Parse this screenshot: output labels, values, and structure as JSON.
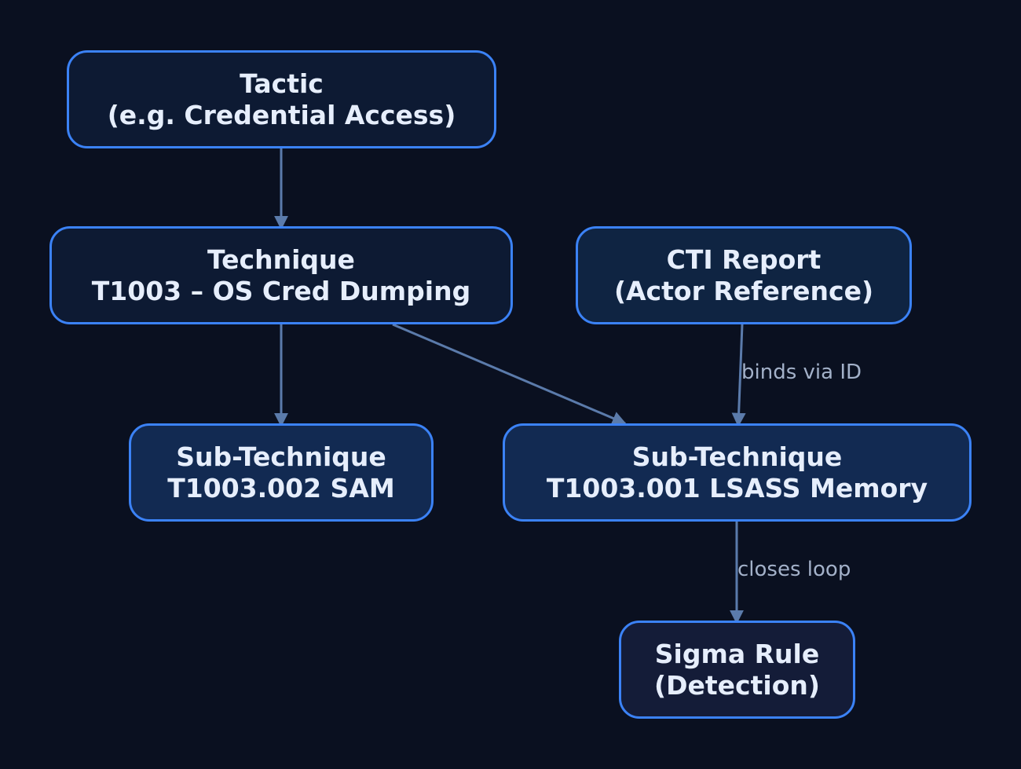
{
  "colors": {
    "background": "#0a1020",
    "node_border": "#3b82f6",
    "node_text": "#e6eefc",
    "edge": "#5b7bab",
    "edge_label": "#a3b1c9"
  },
  "nodes": {
    "tactic": {
      "line1": "Tactic",
      "line2": "(e.g. Credential Access)",
      "fill": "#0d1a33"
    },
    "technique": {
      "line1": "Technique",
      "line2": "T1003 – OS Cred Dumping",
      "fill": "#0d1a33"
    },
    "cti_report": {
      "line1": "CTI Report",
      "line2": "(Actor Reference)",
      "fill": "#0f2442"
    },
    "sub_sam": {
      "line1": "Sub-Technique",
      "line2": "T1003.002 SAM",
      "fill": "#122a52"
    },
    "sub_lsass": {
      "line1": "Sub-Technique",
      "line2": "T1003.001 LSASS Memory",
      "fill": "#122a52"
    },
    "sigma_rule": {
      "line1": "Sigma Rule",
      "line2": "(Detection)",
      "fill": "#141c38"
    }
  },
  "edges": {
    "binds_label": "binds via ID",
    "closes_label": "closes loop"
  }
}
